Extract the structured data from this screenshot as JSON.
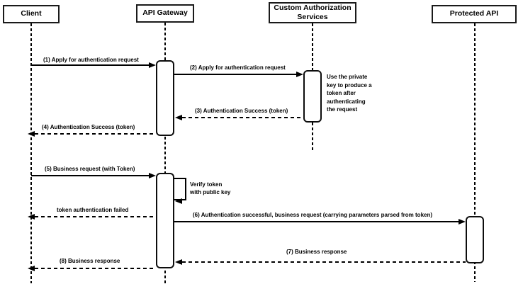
{
  "diagram_type": "uml-sequence",
  "colors": {
    "background": "#ffffff",
    "line": "#000000",
    "box_border": "#1a1a1a",
    "box_fill": "#ffffff",
    "text": "#000000"
  },
  "participants": [
    {
      "name": "Client"
    },
    {
      "name": "API Gateway"
    },
    {
      "name": "Custom Authorization Services"
    },
    {
      "name": "Protected API"
    }
  ],
  "messages": [
    {
      "label": "(1) Apply for authentication request",
      "from": "Client",
      "to": "API Gateway",
      "line": "solid"
    },
    {
      "label": "(2) Apply for authentication request",
      "from": "API Gateway",
      "to": "Custom Authorization Services",
      "line": "solid"
    },
    {
      "label": "(3) Authentication Success (token)",
      "from": "Custom Authorization Services",
      "to": "API Gateway",
      "line": "dashed"
    },
    {
      "label": "(4) Authentication Success (token)",
      "from": "API Gateway",
      "to": "Client",
      "line": "dashed"
    },
    {
      "label": "(5) Business request (with Token)",
      "from": "Client",
      "to": "API Gateway",
      "line": "solid"
    },
    {
      "label": "Verify token with public key",
      "lines": [
        "Verify token",
        "with public key"
      ],
      "from": "API Gateway",
      "to": "API Gateway",
      "line": "self"
    },
    {
      "label": "token authentication failed",
      "from": "API Gateway",
      "to": "Client",
      "line": "dashed"
    },
    {
      "label": "(6) Authentication successful, business request (carrying parameters parsed from token)",
      "from": "API Gateway",
      "to": "Protected API",
      "line": "solid"
    },
    {
      "label": "(7) Business response",
      "from": "Protected API",
      "to": "API Gateway",
      "line": "dashed"
    },
    {
      "label": "(8) Business response",
      "from": "API Gateway",
      "to": "Client",
      "line": "dashed"
    }
  ],
  "notes": [
    {
      "attached_to": "Custom Authorization Services",
      "text": "Use the private key to produce a token after authenticating the request",
      "lines": [
        "Use the private",
        "key to produce a",
        "token after",
        "authenticating",
        "the request"
      ]
    }
  ]
}
